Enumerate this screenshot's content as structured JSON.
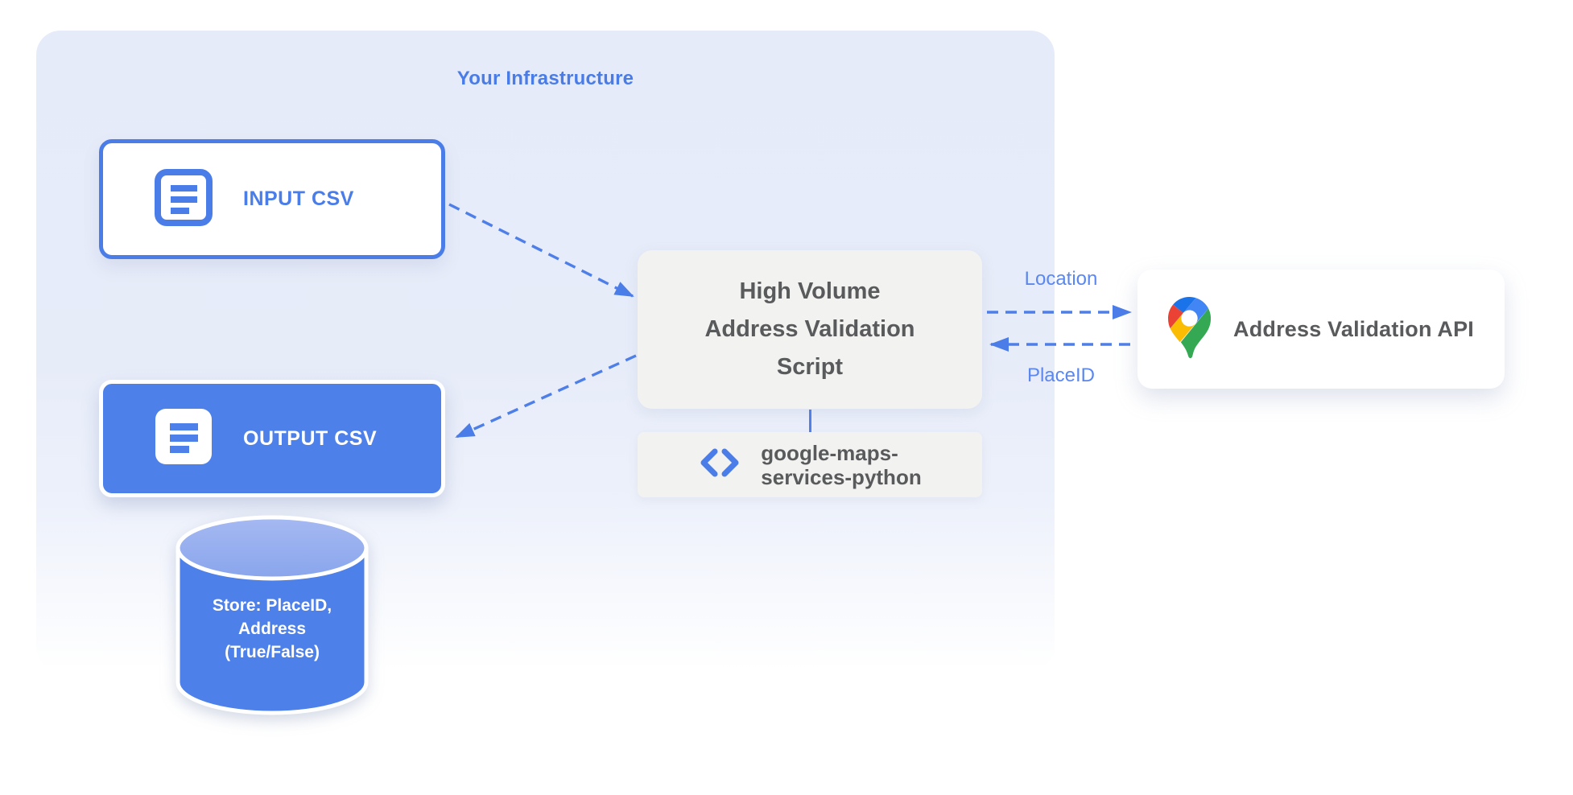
{
  "infrastructure": {
    "title": "Your Infrastructure"
  },
  "nodes": {
    "input_csv": {
      "label": "INPUT CSV",
      "icon": "document-icon"
    },
    "output_csv": {
      "label": "OUTPUT CSV",
      "icon": "document-icon"
    },
    "datastore": {
      "icon": "database-cylinder-icon",
      "lines": [
        "Store: PlaceID,",
        "Address",
        "(True/False)"
      ]
    },
    "script": {
      "lines": [
        "High Volume",
        "Address Validation",
        "Script"
      ]
    },
    "library": {
      "icon": "code-icon",
      "lines": [
        "google-maps-",
        "services-python"
      ]
    },
    "api": {
      "label": "Address Validation API",
      "icon": "google-maps-pin-icon"
    }
  },
  "edges": {
    "location_label": "Location",
    "placeid_label": "PlaceID"
  },
  "colors": {
    "primary_blue": "#4b7de8",
    "edge_label_blue": "#5b87ee",
    "container_bg": "#e6ebf9",
    "process_box_gray": "#f2f2f1",
    "text_dark_gray": "#595a5c",
    "output_fill_blue": "#4d80e8",
    "cylinder_top_blue": "#93adf0",
    "pin_dark_blue": "#1a73e8",
    "pin_blue": "#4285f4",
    "pin_red": "#ea4335",
    "pin_yellow": "#fbbc04",
    "pin_green": "#34a853"
  }
}
